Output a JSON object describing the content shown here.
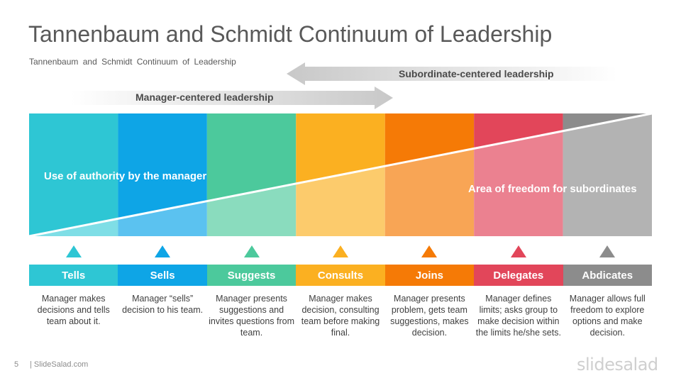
{
  "title": "Tannenbaum and Schmidt Continuum of Leadership",
  "subtitle": "Tannenbaum and Schmidt Continuum of Leadership",
  "arrows": {
    "subordinate_label": "Subordinate-centered leadership",
    "manager_label": "Manager-centered leadership"
  },
  "band": {
    "authority_label": "Use of authority by the manager",
    "freedom_label": "Area of freedom for subordinates"
  },
  "stages": [
    {
      "name": "Tells",
      "color": "#2EC6D4",
      "light": "#7FDEE6",
      "desc": "Manager makes decisions and tells team about it."
    },
    {
      "name": "Sells",
      "color": "#0EA5E6",
      "light": "#5BC2F0",
      "desc": "Manager “sells” decision to his team."
    },
    {
      "name": "Suggests",
      "color": "#4CC99C",
      "light": "#8ADCBE",
      "desc": "Manager presents suggestions and invites questions from team."
    },
    {
      "name": "Consults",
      "color": "#FBB021",
      "light": "#FCCB6C",
      "desc": "Manager makes decision, consulting team before making final."
    },
    {
      "name": "Joins",
      "color": "#F57A06",
      "light": "#F8A555",
      "desc": "Manager presents problem, gets team suggestions, makes decision."
    },
    {
      "name": "Delegates",
      "color": "#E2465A",
      "light": "#EB8190",
      "desc": "Manager defines limits; asks group to make decision within the limits he/she sets."
    },
    {
      "name": "Abdicates",
      "color": "#8C8C8C",
      "light": "#B3B3B3",
      "desc": "Manager allows full freedom to explore options and make decision."
    }
  ],
  "footer": {
    "page_number": "5",
    "site": "| SlideSalad.com",
    "logo": "slidesalad"
  }
}
